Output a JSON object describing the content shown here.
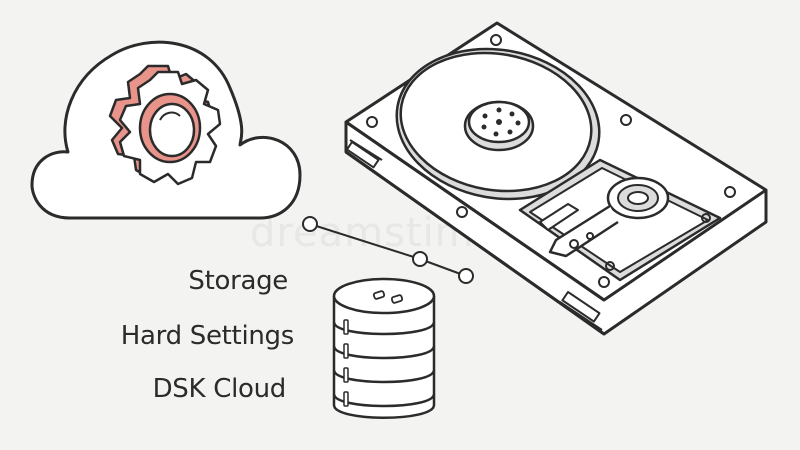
{
  "labels": {
    "storage": "Storage",
    "hard_settings": "Hard Settings",
    "dsk_cloud": "DSK Cloud"
  },
  "watermark": "dreamstime",
  "colors": {
    "background": "#f3f3f1",
    "outline": "#2b2b2b",
    "gear_fill": "#e8948a",
    "white": "#ffffff",
    "grey_fill": "#dcdcdc"
  },
  "icons": [
    "cloud-gear-icon",
    "hard-drive-icon",
    "database-icon",
    "connector-node-icon"
  ]
}
